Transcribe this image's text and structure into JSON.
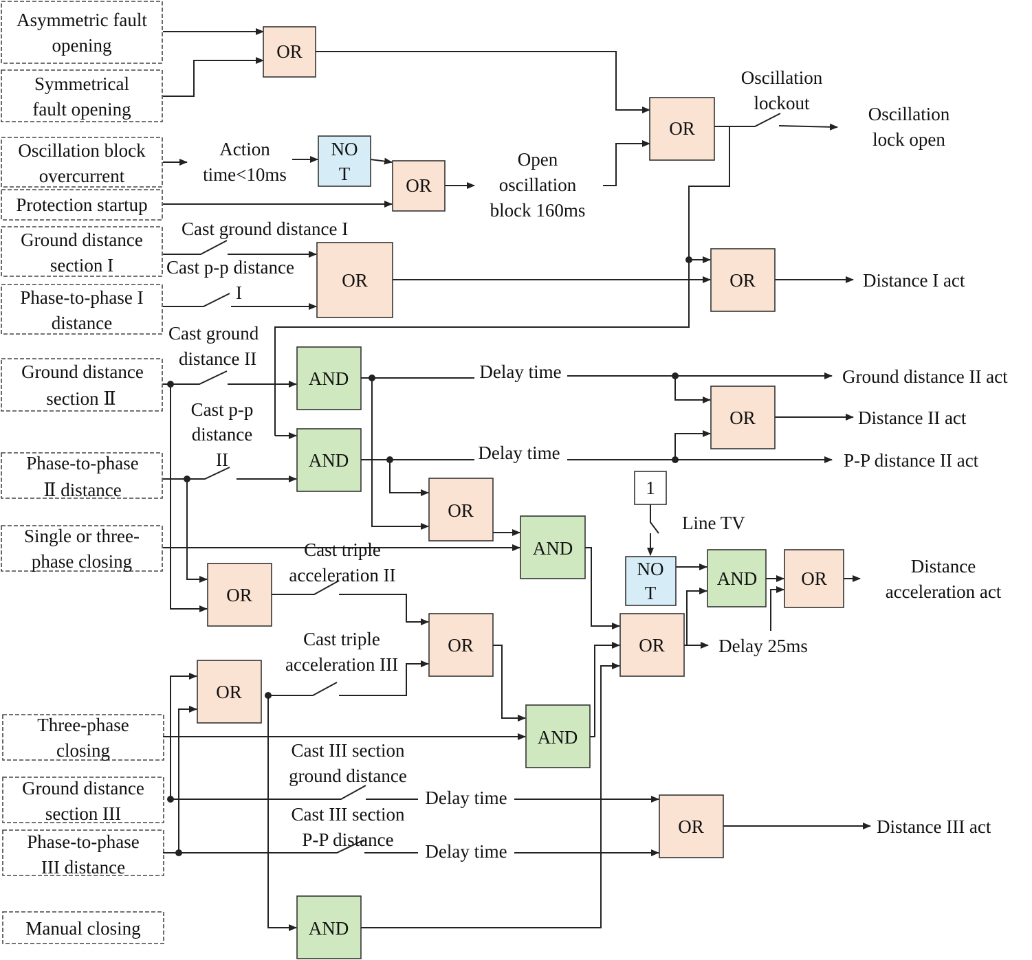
{
  "inputs": {
    "asymmetric": [
      "Asymmetric fault",
      "opening"
    ],
    "symmetrical": [
      "Symmetrical",
      "fault opening"
    ],
    "osc_block_overcurrent": [
      "Oscillation block",
      "overcurrent"
    ],
    "protection_startup": [
      "Protection startup"
    ],
    "ground_dist_1": [
      "Ground distance",
      "section I"
    ],
    "pp_dist_1": [
      "Phase-to-phase I",
      "distance"
    ],
    "ground_dist_2": [
      "Ground distance",
      "section Ⅱ"
    ],
    "pp_dist_2": [
      "Phase-to-phase",
      "Ⅱ distance"
    ],
    "single_three_closing": [
      "Single or three-",
      "phase closing"
    ],
    "three_phase_closing": [
      "Three-phase",
      "closing"
    ],
    "ground_dist_3": [
      "Ground distance",
      "section III"
    ],
    "pp_dist_3": [
      "Phase-to-phase",
      "III  distance"
    ],
    "manual_closing": [
      "Manual closing"
    ]
  },
  "gates": {
    "or_label": "OR",
    "and_label": "AND",
    "not_label": [
      "NO",
      "T"
    ],
    "const_one": "1"
  },
  "labels": {
    "action_time": [
      "Action",
      "time<10ms"
    ],
    "open_osc_block": [
      "Open",
      "oscillation",
      "block 160ms"
    ],
    "osc_lockout": [
      "Oscillation",
      "lockout"
    ],
    "osc_lock_open": [
      "Oscillation",
      "lock open"
    ],
    "cast_ground_1": "Cast  ground distance I",
    "cast_pp_1": [
      "Cast p-p distance",
      "I"
    ],
    "cast_ground_2": [
      "Cast  ground",
      "distance II"
    ],
    "cast_pp_2": [
      "Cast p-p",
      "distance",
      "II"
    ],
    "delay_time": "Delay time",
    "line_tv": "Line TV",
    "cast_triple_acc_2": [
      "Cast triple",
      "acceleration II"
    ],
    "cast_triple_acc_3": [
      "Cast triple",
      "acceleration III"
    ],
    "cast_3_ground": [
      "Cast III section",
      "ground distance"
    ],
    "cast_3_pp": [
      "Cast III section",
      "P-P distance"
    ],
    "delay_25ms": "Delay 25ms"
  },
  "outputs": {
    "dist_1_act": "Distance I act",
    "ground_dist_2_act": "Ground distance II act",
    "dist_2_act": "Distance II act",
    "pp_dist_2_act": "P-P distance II act",
    "dist_acc_act": [
      "Distance",
      "acceleration act"
    ],
    "dist_3_act": "Distance III act"
  },
  "colors": {
    "or_fill": "#fbe3d3",
    "and_fill": "#cfe8bf",
    "not_fill": "#d6ecf6"
  }
}
